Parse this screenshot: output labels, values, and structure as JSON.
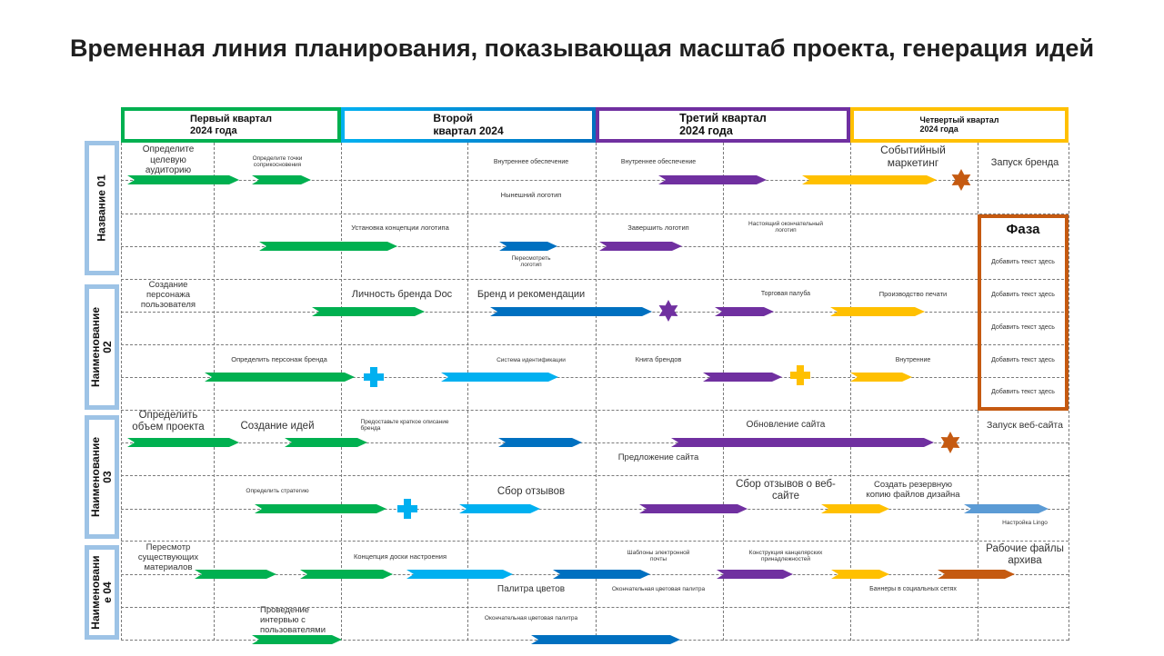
{
  "title": "Временная линия планирования, показывающая масштаб проекта, генерация идей",
  "quarters": [
    {
      "label": "Первый квартал\n2024 года",
      "color": "#00b050"
    },
    {
      "label": "Второй\nквартал 2024",
      "color": "#0070c0"
    },
    {
      "label": "Третий квартал\n2024 года",
      "color": "#7030a0"
    },
    {
      "label": "Четвертый квартал\n2024 года",
      "color": "#ffc000"
    }
  ],
  "groups": [
    "Название 01",
    "Наименование\n02",
    "Наименование\n03",
    "Наименовани\nе 04"
  ],
  "phase": {
    "title": "Фаза",
    "items": [
      "Добавить текст здесь",
      "Добавить текст здесь",
      "Добавить текст здесь",
      "Добавить текст здесь",
      "Добавить текст здесь"
    ],
    "color": "#c55a11"
  },
  "labels": [
    "Определите\nцелевую\nаудиторию",
    "Определите точки\nсоприкосновения",
    "Внутреннее обеспечение",
    "Внутреннее обеспечение",
    "Событийный\nмаркетинг",
    "Запуск бренда",
    "Нынешний логотип",
    "Установка  концепции логотипа",
    "Завершить  логотип",
    "Настоящий окончательный\nлоготип",
    "Пересмотреть\nлоготип",
    "Создание\nперсонажа\nпользователя",
    "Личность бренда Doc",
    "Бренд и рекомендации",
    "Торговая палуба",
    "Производство  печати",
    "Определить  персонаж  бренда",
    "Система идентификации",
    "Книга брендов",
    "Внутренние",
    "Определить\nобъем проекта",
    "Создание идей",
    "Предоставьте краткое описание\nбренда",
    "Обновление сайта",
    "Запуск веб-сайта",
    "Предложение сайта",
    "Определить стратегию",
    "Сбор отзывов",
    "Сбор отзывов о веб-\nсайте",
    "Создать резервную\nкопию файлов дизайна",
    "Настройка Lingo",
    "Пересмотр\nсуществующих\nматериалов",
    "Концепция доски настроения",
    "Шаблоны электронной\nпочты",
    "Конструкция канцелярских\nпринадлежностей",
    "Рабочие файлы\nархива",
    "Палитра цветов",
    "Окончательная цветовая палитра",
    "Баннеры  в  социальных сетях",
    "Проведение\nинтервью с\nпользователями",
    "Окончательная цветовая палитра"
  ],
  "colors": {
    "green": "#00b050",
    "cyan": "#00b0f0",
    "blue": "#0070c0",
    "purple": "#7030a0",
    "yellow": "#ffc000",
    "orange": "#c55a11",
    "lightblue": "#5b9bd5",
    "sidebar": "#9dc3e6"
  }
}
